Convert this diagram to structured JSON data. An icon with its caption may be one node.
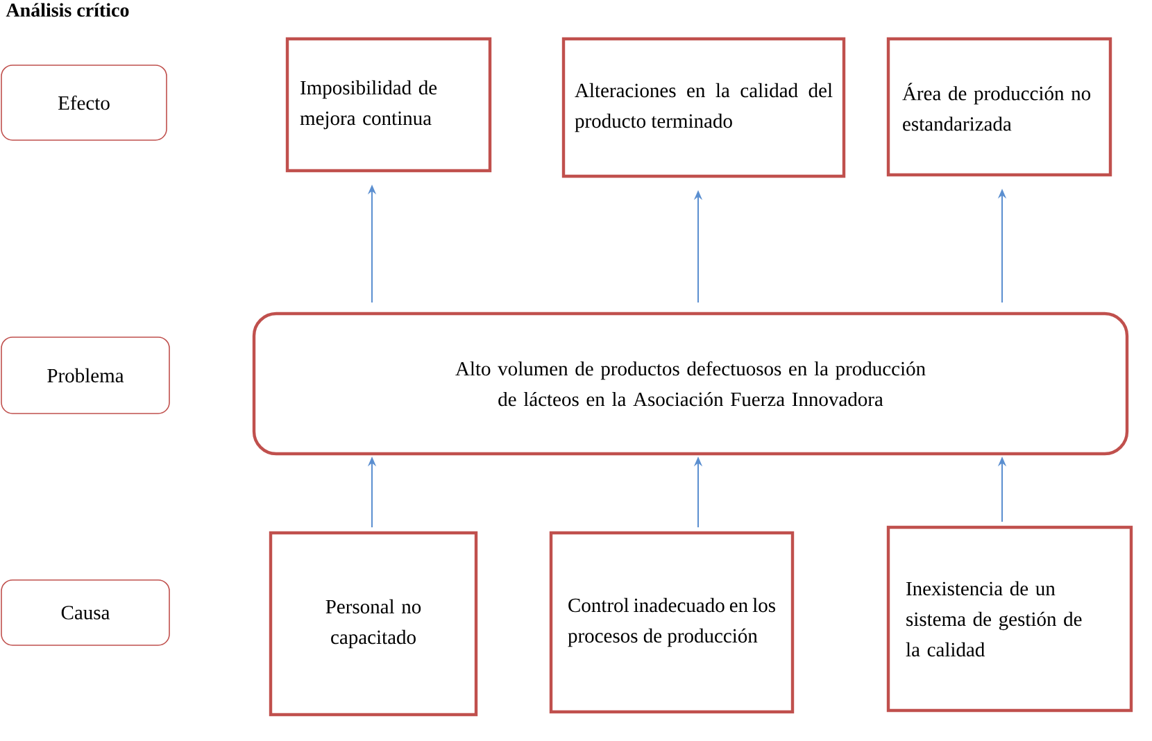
{
  "diagram": {
    "title": "Análisis crítico",
    "nodes": [
      {
        "text": [
          "Efecto"
        ]
      },
      {
        "text": [
          "Problema"
        ]
      },
      {
        "text": [
          "Causa"
        ]
      },
      {
        "text": [
          "Imposibilidad de mejora continua"
        ]
      },
      {
        "text": [
          "Alteraciones en la calidad del producto terminado"
        ]
      },
      {
        "text": [
          "Área de producción no estandarizada"
        ]
      },
      {
        "text": [
          "Alto volumen de productos defectuosos en la producción de lácteos en la Asociación Fuerza Innovadora"
        ]
      },
      {
        "text": [
          "Personal no capacitado"
        ]
      },
      {
        "text": [
          "Control inadecuado en los procesos de producción"
        ]
      },
      {
        "text": [
          "Inexistencia de un sistema de gestión de la calidad"
        ]
      }
    ],
    "edges": [
      {
        "from": 6,
        "to": 3,
        "arrow": "to"
      },
      {
        "from": 6,
        "to": 4,
        "arrow": "to"
      },
      {
        "from": 6,
        "to": 5,
        "arrow": "to"
      },
      {
        "from": 7,
        "to": 6,
        "arrow": "to"
      },
      {
        "from": 8,
        "to": 6,
        "arrow": "to"
      },
      {
        "from": 9,
        "to": 6,
        "arrow": "to"
      }
    ]
  }
}
